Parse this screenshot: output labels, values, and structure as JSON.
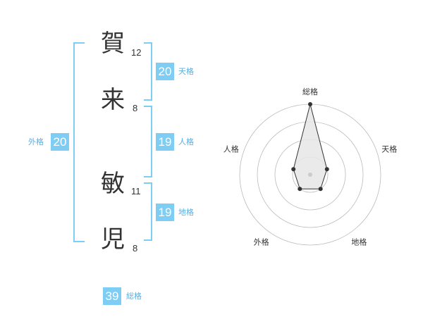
{
  "name_chars": [
    {
      "char": "賀",
      "strokes": "12"
    },
    {
      "char": "来",
      "strokes": "8"
    },
    {
      "char": "敏",
      "strokes": "11"
    },
    {
      "char": "児",
      "strokes": "8"
    }
  ],
  "kaku": {
    "tenkaku": {
      "value": "20",
      "label": "天格"
    },
    "jinkaku": {
      "value": "19",
      "label": "人格"
    },
    "chikaku": {
      "value": "19",
      "label": "地格"
    },
    "gaikaku": {
      "value": "20",
      "label": "外格"
    },
    "soukaku": {
      "value": "39",
      "label": "総格"
    }
  },
  "radar": {
    "axes": [
      "総格",
      "天格",
      "地格",
      "外格",
      "人格"
    ],
    "levels": 4,
    "values": [
      4,
      1,
      1,
      1,
      1
    ],
    "max": 4,
    "line_color": "#333333",
    "fill_color": "#e6e6e6",
    "accent_color": "#7ecdf4"
  }
}
